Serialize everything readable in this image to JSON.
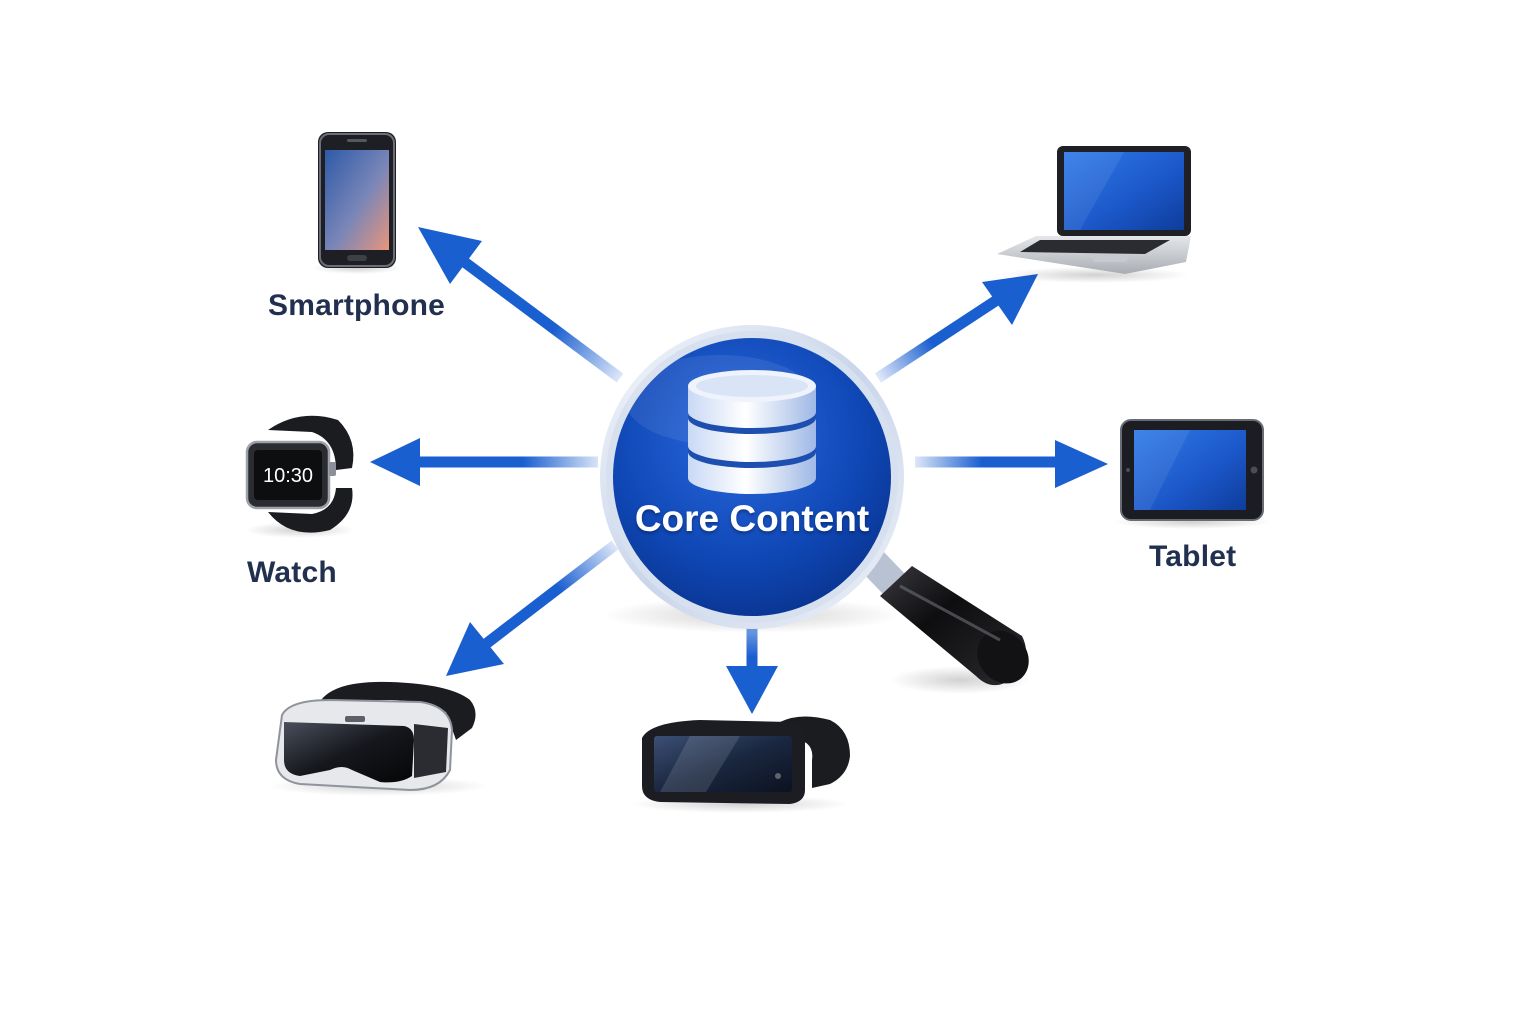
{
  "center": {
    "title": "Core Content",
    "icon": "database-magnifier-icon"
  },
  "devices": {
    "smartphone": {
      "label": "Smartphone",
      "icon": "smartphone-icon"
    },
    "watch": {
      "label": "Watch",
      "icon": "smartwatch-icon",
      "time": "10:30"
    },
    "laptop": {
      "label": "",
      "icon": "laptop-icon"
    },
    "tablet": {
      "label": "Tablet",
      "icon": "tablet-icon"
    },
    "vr_headset": {
      "label": "",
      "icon": "vr-headset-icon"
    },
    "smart_glasses": {
      "label": "",
      "icon": "smart-glasses-icon"
    }
  },
  "colors": {
    "arrow": "#1a5fd0",
    "hub": "#0d3fa6",
    "label_text": "#22304f"
  }
}
